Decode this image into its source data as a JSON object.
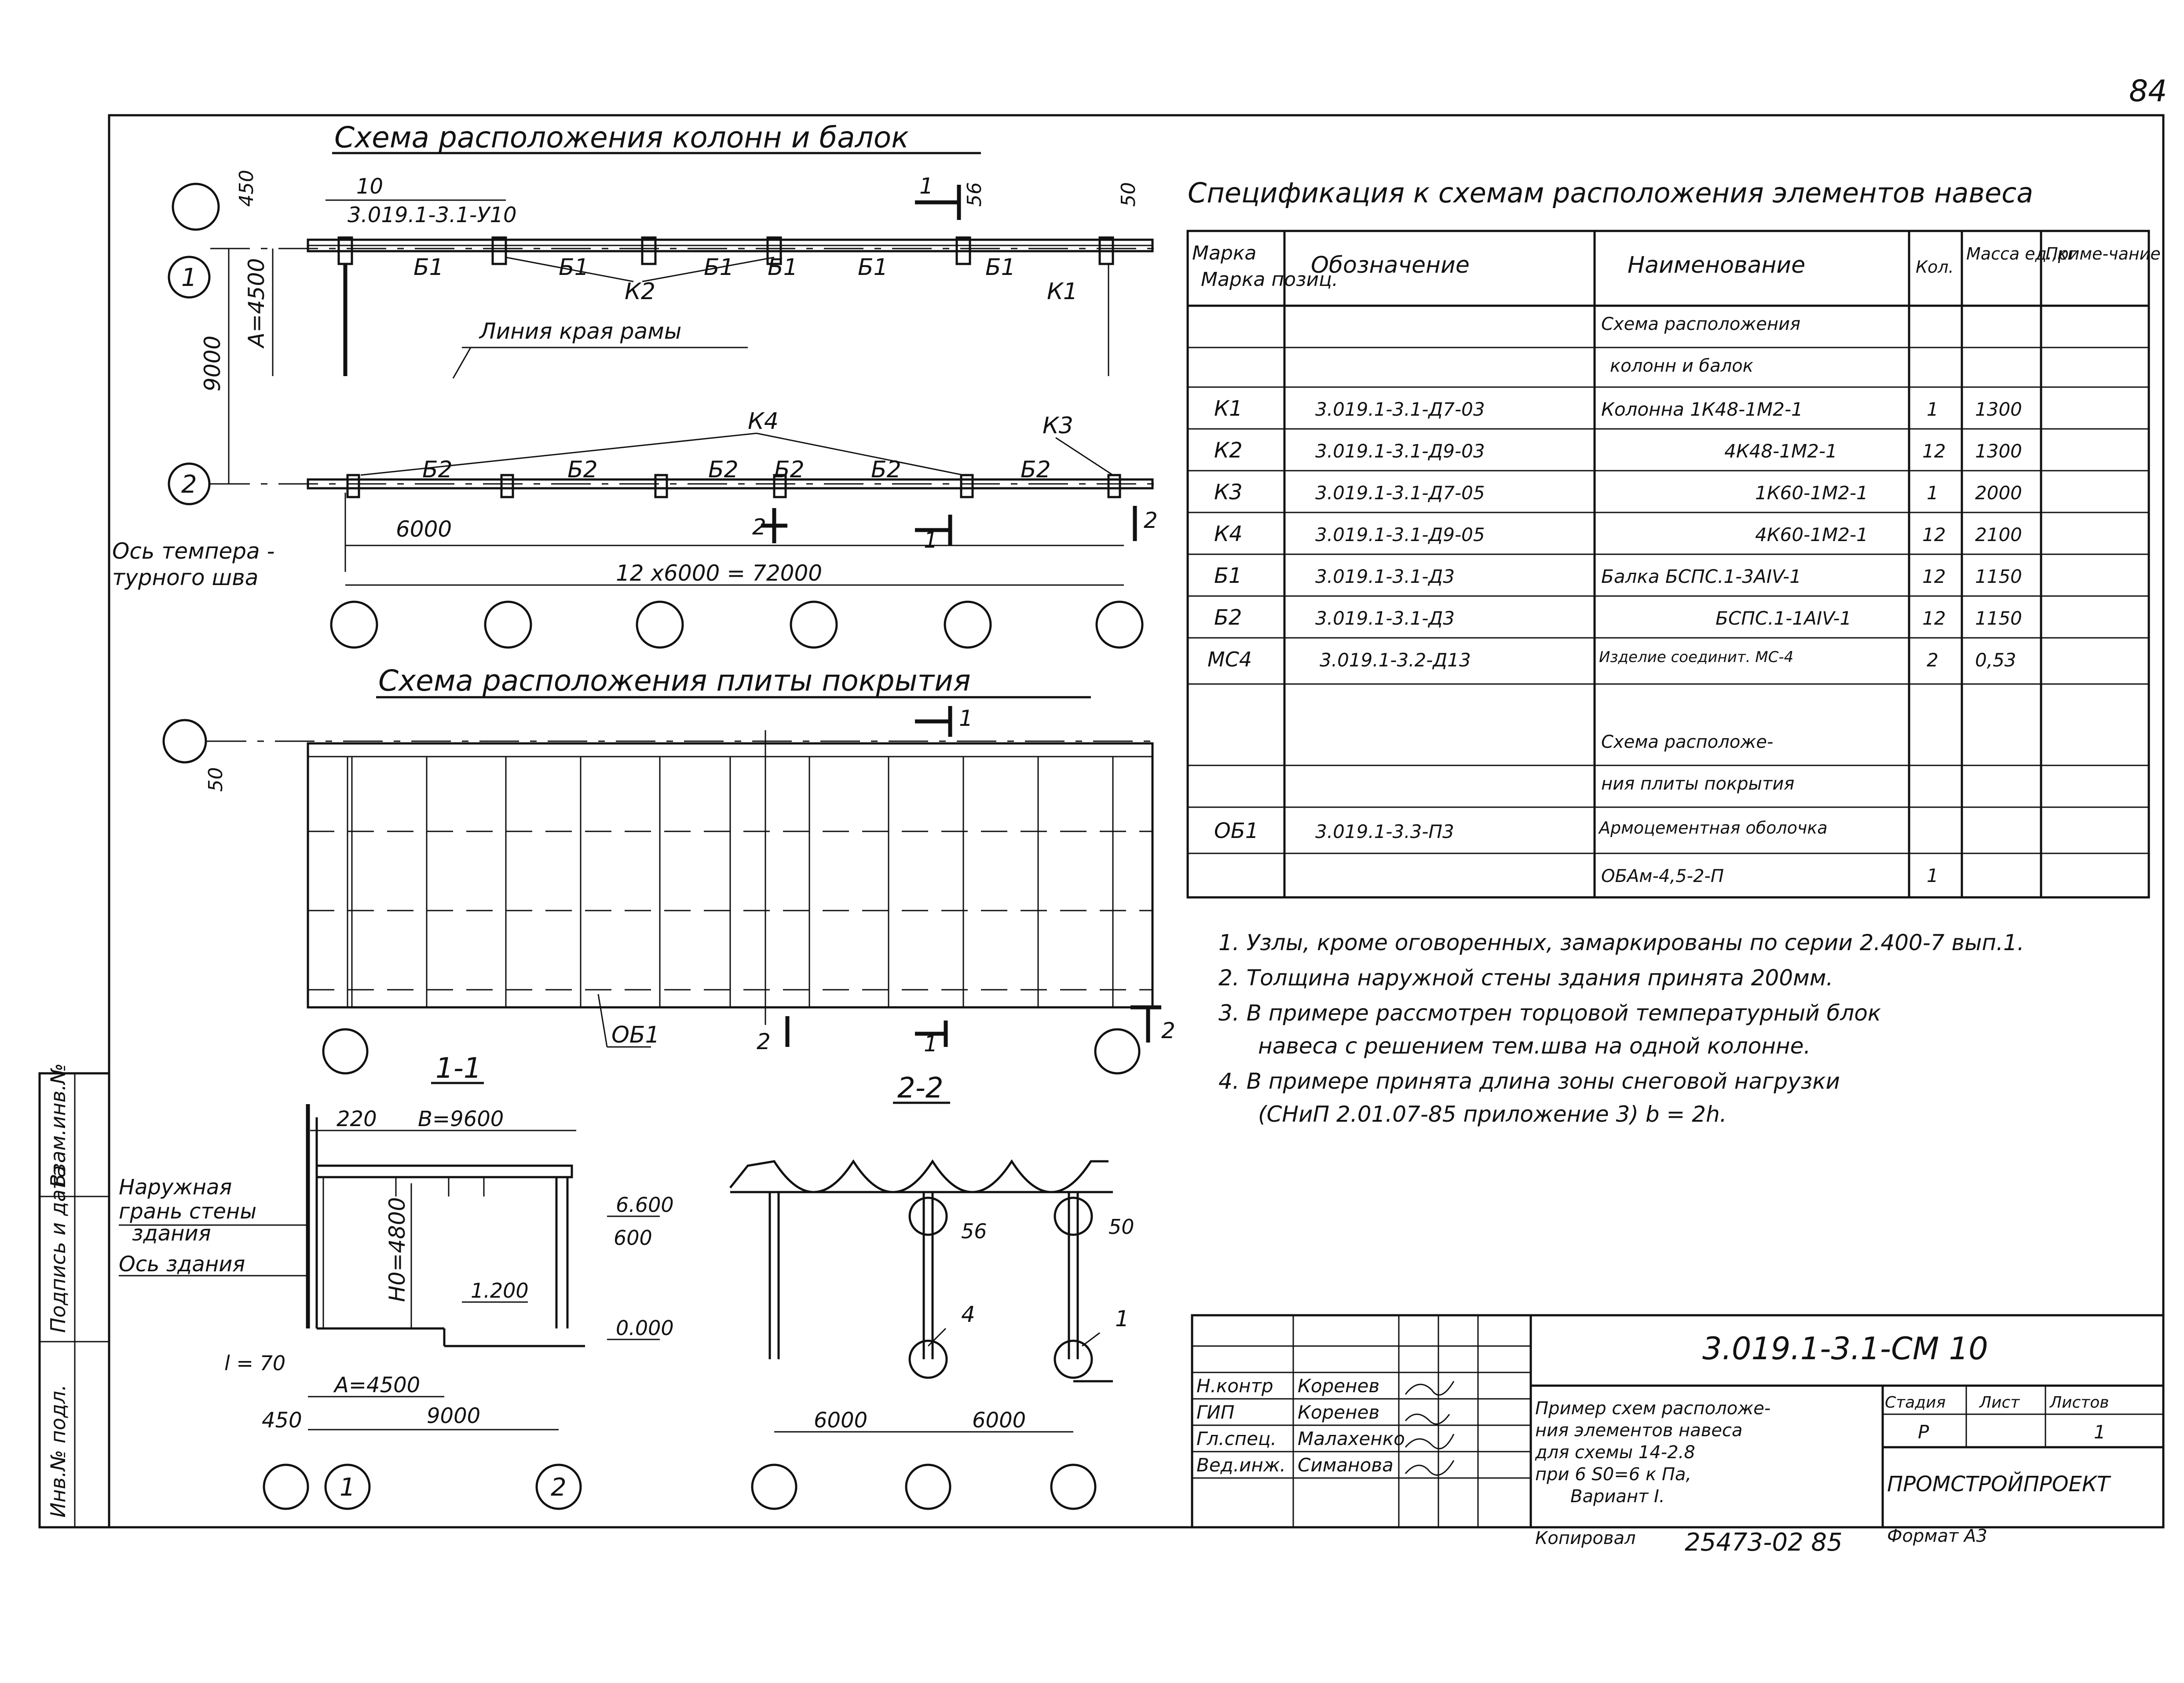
{
  "page_number": "84",
  "plan_columns_title": "Схема расположения колонн и балок",
  "plan_slab_title": "Схема расположения плиты покрытия",
  "section_1_title": "1-1",
  "section_2_title": "2-2",
  "spec_title": "Спецификация к схемам расположения элементов навеса",
  "spec_headers": [
    "Марка позиц.",
    "Обозначение",
    "Наименование",
    "Кол.",
    "Масса ед.,кг",
    "Приме-чание"
  ],
  "spec_rows": [
    [
      "",
      "",
      "Схема расположения",
      "",
      "",
      ""
    ],
    [
      "",
      "",
      "колонн и балок",
      "",
      "",
      ""
    ],
    [
      "К1",
      "3.019.1-3.1-Д7-03",
      "Колонна 1К48-1М2-1",
      "1",
      "1300",
      ""
    ],
    [
      "К2",
      "3.019.1-3.1-Д9-03",
      "4К48-1М2-1",
      "12",
      "1300",
      ""
    ],
    [
      "К3",
      "3.019.1-3.1-Д7-05",
      "1К60-1М2-1",
      "1",
      "2000",
      ""
    ],
    [
      "К4",
      "3.019.1-3.1-Д9-05",
      "4К60-1М2-1",
      "12",
      "2100",
      ""
    ],
    [
      "Б1",
      "3.019.1-3.1-Д3",
      "Балка БСПС.1-3АIV-1",
      "12",
      "1150",
      ""
    ],
    [
      "Б2",
      "3.019.1-3.1-Д3",
      "БСПС.1-1АIV-1",
      "12",
      "1150",
      ""
    ],
    [
      "МС4",
      "3.019.1-3.2-Д13",
      "Изделие соединит. МС-4",
      "2",
      "0,53",
      ""
    ],
    [
      "",
      "",
      "Схема расположе-",
      "",
      "",
      ""
    ],
    [
      "",
      "",
      "ния плиты покрытия",
      "",
      "",
      ""
    ],
    [
      "ОБ1",
      "3.019.1-3.3-П3",
      "Армоцементная оболочка",
      "",
      "",
      ""
    ],
    [
      "",
      "",
      "ОБАм-4,5-2-П",
      "1",
      "",
      ""
    ]
  ],
  "notes": [
    "1. Узлы, кроме оговоренных, замаркированы по серии 2.400-7 вып.1.",
    "2. Толщина наружной стены здания принята 200мм.",
    "3. В примере рассмотрен торцовой температурный блок",
    "навеса с решением тем.шва на одной колонне.",
    "4. В примере принята длина зоны снеговой нагрузки",
    "(СНиП 2.01.07-85 приложение 3) b = 2h."
  ],
  "plan_labels": {
    "mark_10": "10",
    "mark_u10": "3.019.1-3.1-У10",
    "b1": "Б1",
    "k2": "К2",
    "k1": "К1",
    "k4": "К4",
    "k3": "К3",
    "b2": "Б2",
    "frame_edge": "Линия края рамы",
    "axis_temp_1": "Ось темпера -",
    "axis_temp_2": "турного шва",
    "dim_450": "450",
    "dim_4500": "А=4500",
    "dim_9000": "9000",
    "dim_6000": "6000",
    "dim_total": "12 x6000 = 72000",
    "mark_56": "56",
    "mark_50": "50",
    "cut_1": "1",
    "cut_2": "2",
    "ob1": "ОБ1",
    "axis_1": "1",
    "axis_2": "2"
  },
  "section_labels": {
    "dim_220": "220",
    "dim_b": "В=9600",
    "outer_face_1": "Наружная",
    "outer_face_2": "грань стены",
    "outer_face_3": "здания",
    "building_axis": "Ось здания",
    "h0": "Н0=4800",
    "lvl_6600": "6.600",
    "dim_600": "600",
    "lvl_1200": "1.200",
    "lvl_0": "0.000",
    "dim_l70": "l = 70",
    "dim_a4500": "А=4500",
    "dim_450": "450",
    "dim_9000": "9000",
    "dim_6000a": "6000",
    "dim_6000b": "6000",
    "mark_56": "56",
    "mark_50": "50",
    "mark_4": "4",
    "mark_1": "1"
  },
  "side_stamp": [
    "Инв.№ подл.",
    "Подпись и дата",
    "Взам.инв.№"
  ],
  "title_block": {
    "code": "3.019.1-3.1-СМ 10",
    "roles": [
      "Н.контр",
      "ГИП",
      "Гл.спец.",
      "Вед.инж."
    ],
    "names": [
      "Коренев",
      "Коренев",
      "Малахенко",
      "Симанова"
    ],
    "description": [
      "Пример схем расположе-",
      "ния элементов навеса",
      "для схемы 14-2.8",
      "при 6 S0=6 к Па,",
      "Вариант I."
    ],
    "stage_label": "Стадия",
    "sheet_label": "Лист",
    "sheets_label": "Листов",
    "stage_value": "Р",
    "sheets_value": "1",
    "org": "ПРОМСТРОЙПРОЕКТ",
    "copied_label": "Копировал",
    "copied_value": "25473-02 85",
    "format": "Формат А3"
  }
}
